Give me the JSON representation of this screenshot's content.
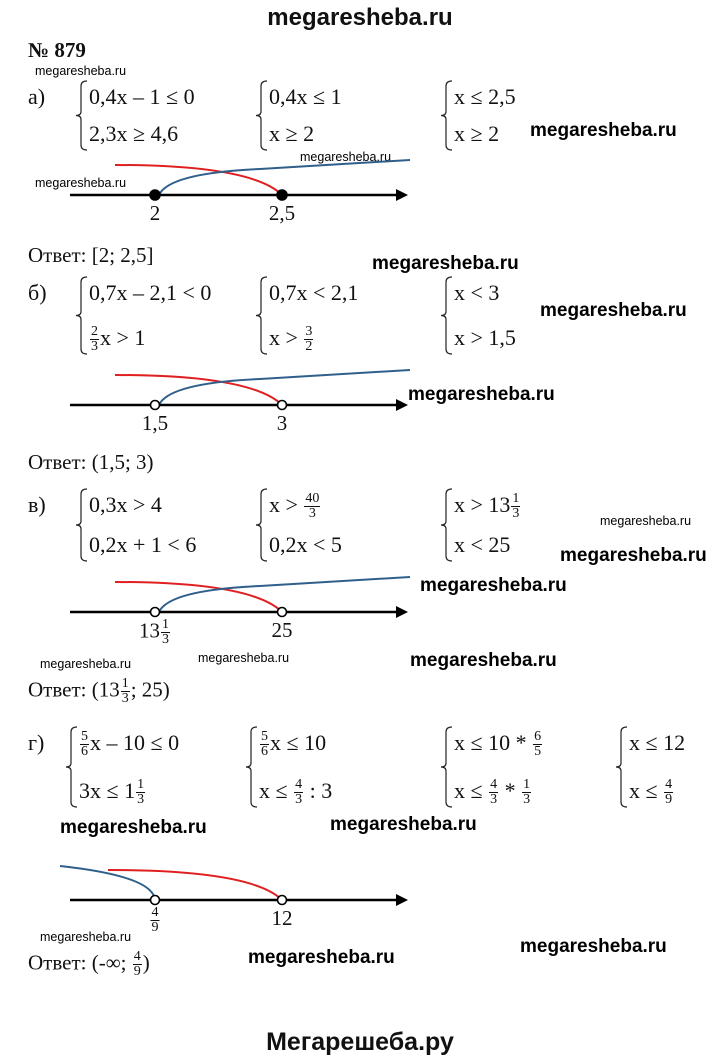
{
  "site_top": "megaresheba.ru",
  "site_bottom": "Мегарешеба.ру",
  "number": "№ 879",
  "colors": {
    "red": "#e02020",
    "blue": "#2f5f8a",
    "axis": "#000000"
  },
  "watermarks": [
    "megaresheba.ru",
    "megaresheba.ru",
    "megaresheba.ru",
    "megaresheba.ru",
    "megaresheba.ru",
    "megaresheba.ru",
    "megaresheba.ru",
    "megaresheba.ru",
    "megaresheba.ru",
    "megaresheba.ru",
    "megaresheba.ru",
    "megaresheba.ru",
    "megaresheba.ru",
    "megaresheba.ru",
    "megaresheba.ru",
    "megaresheba.ru",
    "megaresheba.ru",
    "megaresheba.ru"
  ],
  "answer_prefix": "Ответ: ",
  "problems": [
    {
      "label": "а)",
      "systems": [
        [
          [
            "0,4x – 1 ≤ 0"
          ],
          [
            "2,3x ≥ 4,6"
          ]
        ],
        [
          [
            "0,4x ≤ 1"
          ],
          [
            "x ≥ 2"
          ]
        ],
        [
          [
            "x ≤ 2,5"
          ],
          [
            "x ≥ 2"
          ]
        ]
      ],
      "points": [
        {
          "label": [
            "2"
          ],
          "closed": true
        },
        {
          "label": [
            "2,5"
          ],
          "closed": true
        }
      ],
      "blue": "right",
      "answer": [
        "[2; 2,5]"
      ]
    },
    {
      "label": "б)",
      "systems": [
        [
          [
            "0,7x – 2,1 < 0"
          ],
          [
            {
              "n": "2",
              "d": "3"
            },
            "x > 1"
          ]
        ],
        [
          [
            "0,7x < 2,1"
          ],
          [
            "x > ",
            {
              "n": "3",
              "d": "2"
            }
          ]
        ],
        [
          [
            "x < 3"
          ],
          [
            "x > 1,5"
          ]
        ]
      ],
      "points": [
        {
          "label": [
            "1,5"
          ],
          "closed": false
        },
        {
          "label": [
            "3"
          ],
          "closed": false
        }
      ],
      "blue": "right",
      "answer": [
        "(1,5; 3)"
      ]
    },
    {
      "label": "в)",
      "systems": [
        [
          [
            "0,3x > 4"
          ],
          [
            "0,2x + 1 < 6"
          ]
        ],
        [
          [
            "x > ",
            {
              "n": "40",
              "d": "3"
            }
          ],
          [
            "0,2x < 5"
          ]
        ],
        [
          [
            "x > 13",
            {
              "n": "1",
              "d": "3"
            }
          ],
          [
            "x < 25"
          ]
        ]
      ],
      "points": [
        {
          "label": [
            "13",
            {
              "n": "1",
              "d": "3"
            }
          ],
          "closed": false
        },
        {
          "label": [
            "25"
          ],
          "closed": false
        }
      ],
      "blue": "right",
      "answer": [
        "(13",
        {
          "n": "1",
          "d": "3"
        },
        "; 25)"
      ]
    },
    {
      "label": "г)",
      "systems": [
        [
          [
            {
              "n": "5",
              "d": "6"
            },
            "x – 10 ≤ 0"
          ],
          [
            "3x ≤ 1",
            {
              "n": "1",
              "d": "3"
            }
          ]
        ],
        [
          [
            {
              "n": "5",
              "d": "6"
            },
            "x ≤ 10"
          ],
          [
            "x ≤ ",
            {
              "n": "4",
              "d": "3"
            },
            " : 3"
          ]
        ],
        [
          [
            "x ≤ 10 * ",
            {
              "n": "6",
              "d": "5"
            }
          ],
          [
            "x ≤ ",
            {
              "n": "4",
              "d": "3"
            },
            " * ",
            {
              "n": "1",
              "d": "3"
            }
          ]
        ],
        [
          [
            "x ≤ 12"
          ],
          [
            "x ≤ ",
            {
              "n": "4",
              "d": "9"
            }
          ]
        ]
      ],
      "points": [
        {
          "label": [
            {
              "n": "4",
              "d": "9"
            }
          ],
          "closed": false
        },
        {
          "label": [
            "12"
          ],
          "closed": false
        }
      ],
      "blue": "left",
      "answer": [
        "(-∞; ",
        {
          "n": "4",
          "d": "9"
        },
        ")"
      ]
    }
  ]
}
